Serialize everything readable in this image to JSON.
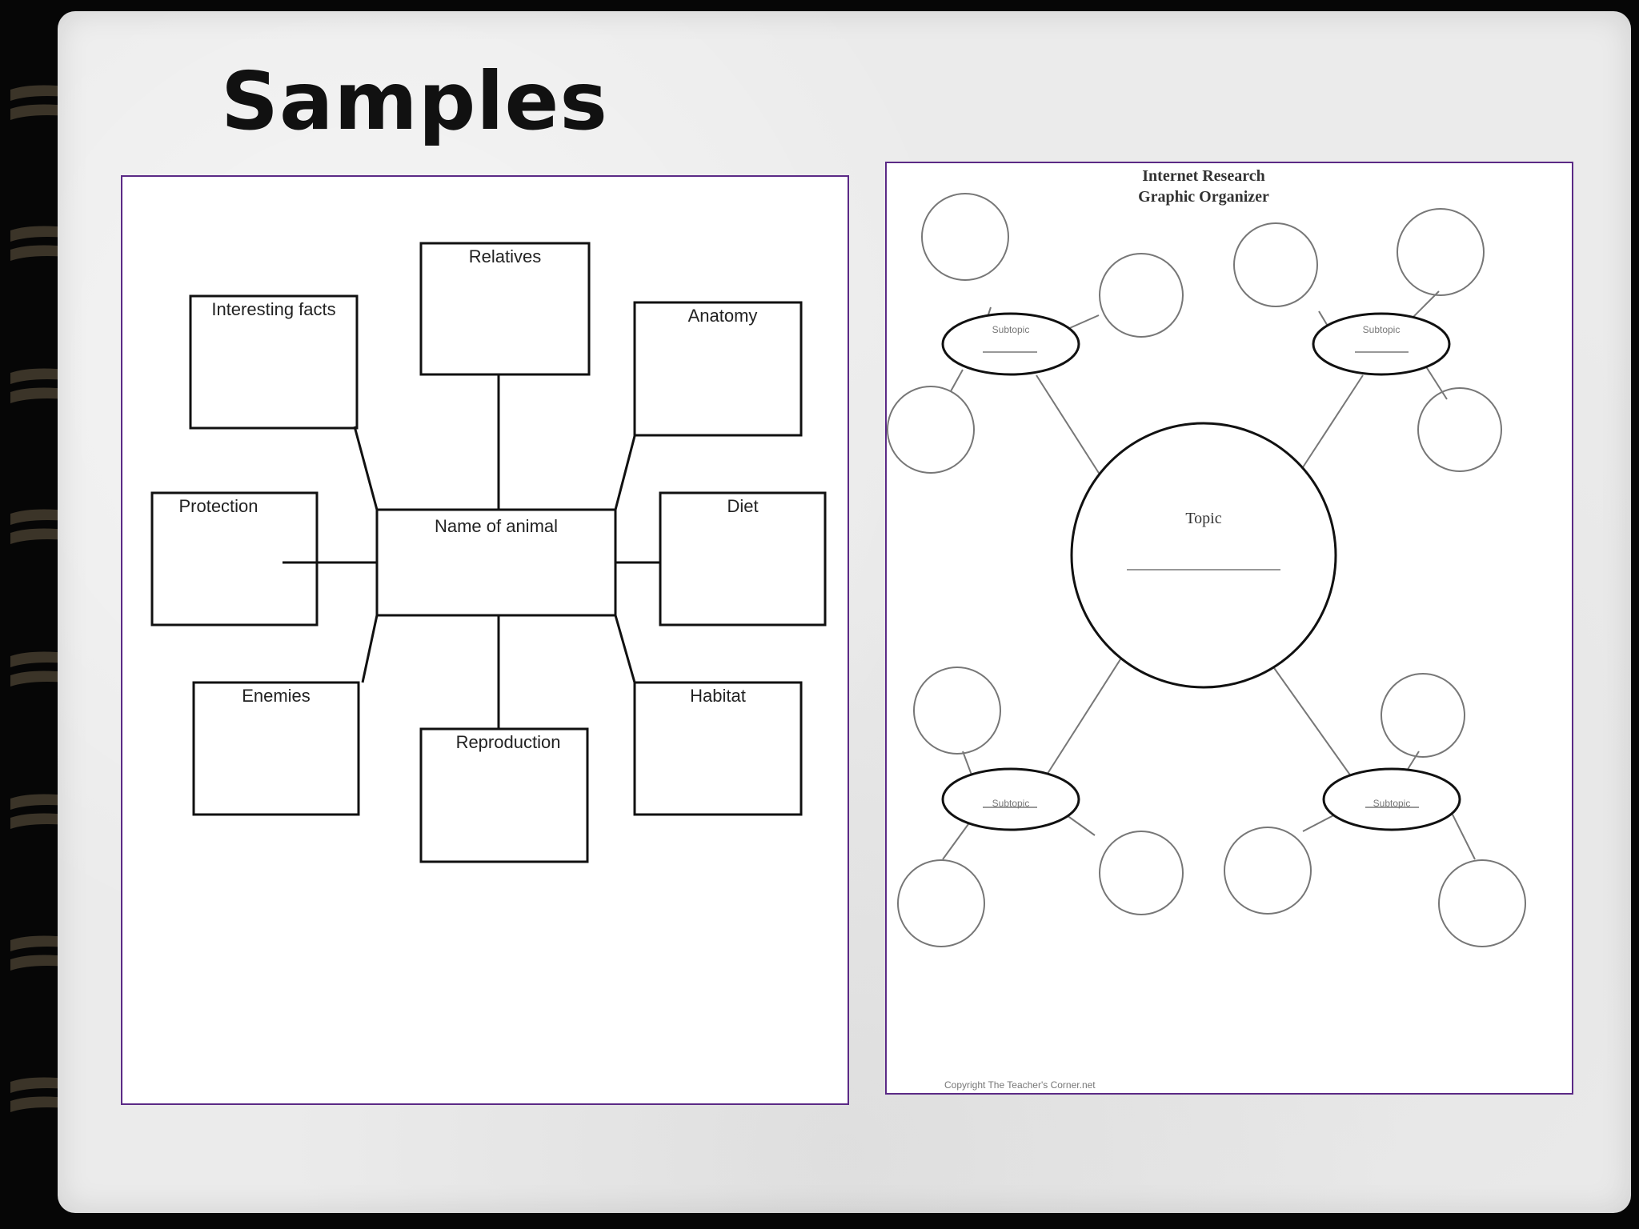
{
  "slide": {
    "title": "Samples"
  },
  "left_organizer": {
    "center": "Name of animal",
    "boxes": [
      "Relatives",
      "Interesting facts",
      "Anatomy",
      "Protection",
      "Diet",
      "Enemies",
      "Reproduction",
      "Habitat"
    ]
  },
  "right_organizer": {
    "header_line1": "Internet Research",
    "header_line2": "Graphic Organizer",
    "topic": "Topic",
    "subtopics": [
      "Subtopic",
      "Subtopic",
      "Subtopic",
      "Subtopic"
    ],
    "footer": "Copyright The Teacher's Corner.net"
  },
  "colors": {
    "panel_border": "#5b2a86",
    "paper": "#ebebeb",
    "background": "#060606"
  }
}
